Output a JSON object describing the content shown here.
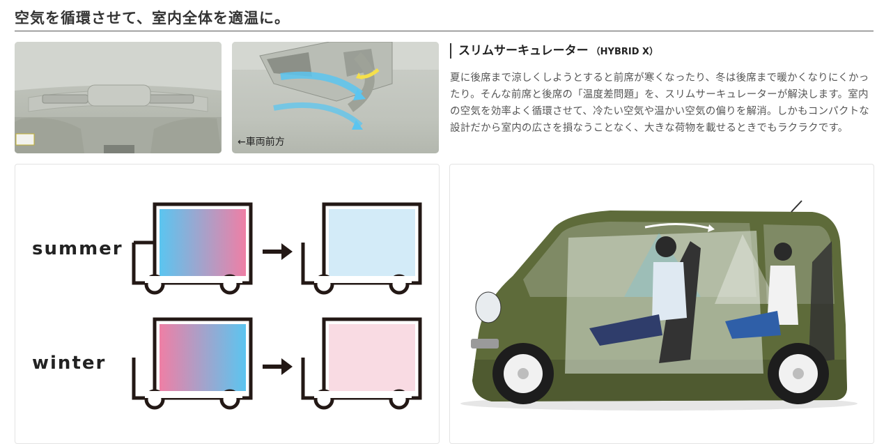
{
  "section": {
    "title": "空気を循環させて、室内全体を適温に。"
  },
  "photos": {
    "rear_caption": "←車両前方"
  },
  "feature": {
    "heading": "スリムサーキュレーター",
    "tag": "（HYBRID X）",
    "description": "夏に後席まで涼しくしようとすると前席が寒くなったり、冬は後席まで暖かくなりにくかったり。そんな前席と後席の「温度差問題」を、スリムサーキュレーターが解決します。室内の空気を効率よく循環させて、冷たい空気や温かい空気の偏りを解消。しかもコンパクトな設計だから室内の広さを損なうことなく、大きな荷物を載せるときでもラクラクです。"
  },
  "diagram": {
    "summer_label": "summer",
    "winter_label": "winter"
  },
  "colors": {
    "cool": "#5bc5f0",
    "warm": "#ef7fa5",
    "cool_even": "#d3ebf8",
    "warm_even": "#f9dbe3",
    "car_green": "#5e6b3a"
  }
}
